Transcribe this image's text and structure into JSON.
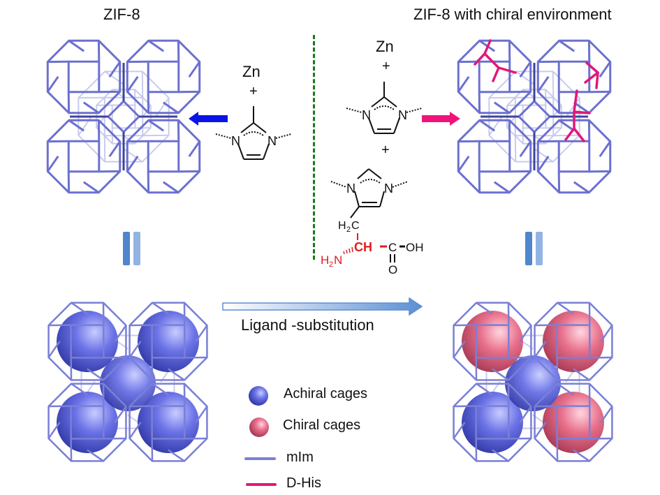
{
  "titles": {
    "left": "ZIF-8",
    "right": "ZIF-8 with chiral environment"
  },
  "left_reagents": {
    "metal": "Zn",
    "plus": "+",
    "ligand_atom_1": "N",
    "ligand_atom_2": "N"
  },
  "right_reagents": {
    "metal": "Zn",
    "plus_1": "+",
    "ligand_atom_1": "N",
    "ligand_atom_2": "N",
    "plus_2": "+",
    "his_atom_1": "N",
    "his_atom_2": "N",
    "ch2_label": "H",
    "ch2_sub": "2",
    "ch2_c": "C",
    "ch_label": "CH",
    "amine_label": "H",
    "amine_sub": "2",
    "amine_n": "N",
    "carboxyl_c": "C",
    "carboxyl_oh": "OH",
    "carboxyl_o": "O"
  },
  "process": {
    "label": "Ligand -substitution"
  },
  "legend": {
    "items": [
      {
        "label": "Achiral cages",
        "kind": "sphere",
        "color": "#5b63d8"
      },
      {
        "label": "Chiral cages",
        "kind": "sphere",
        "color": "#e8708c"
      },
      {
        "label": "mIm",
        "kind": "line",
        "color": "#7a7fd6"
      },
      {
        "label": "D-His",
        "kind": "line",
        "color": "#e0187a"
      }
    ]
  },
  "colors": {
    "framework": "#6b70cf",
    "framework_dark": "#3e4399",
    "framework_faint": "#c3c6ec",
    "chiral_bond": "#e0187a",
    "blue_arrow": "#0a14e6",
    "pink_arrow": "#f0147a",
    "divider": "#1a7a1a",
    "red_text": "#e01e1e",
    "equals_dark": "#4f86cc",
    "equals_light": "#92b4e4",
    "process_arrow": "#5b8fd4"
  },
  "cage_assignment": {
    "left_bottom": [
      "achiral",
      "achiral",
      "achiral",
      "achiral",
      "achiral"
    ],
    "right_bottom": [
      "chiral",
      "chiral",
      "achiral",
      "achiral",
      "chiral"
    ]
  }
}
